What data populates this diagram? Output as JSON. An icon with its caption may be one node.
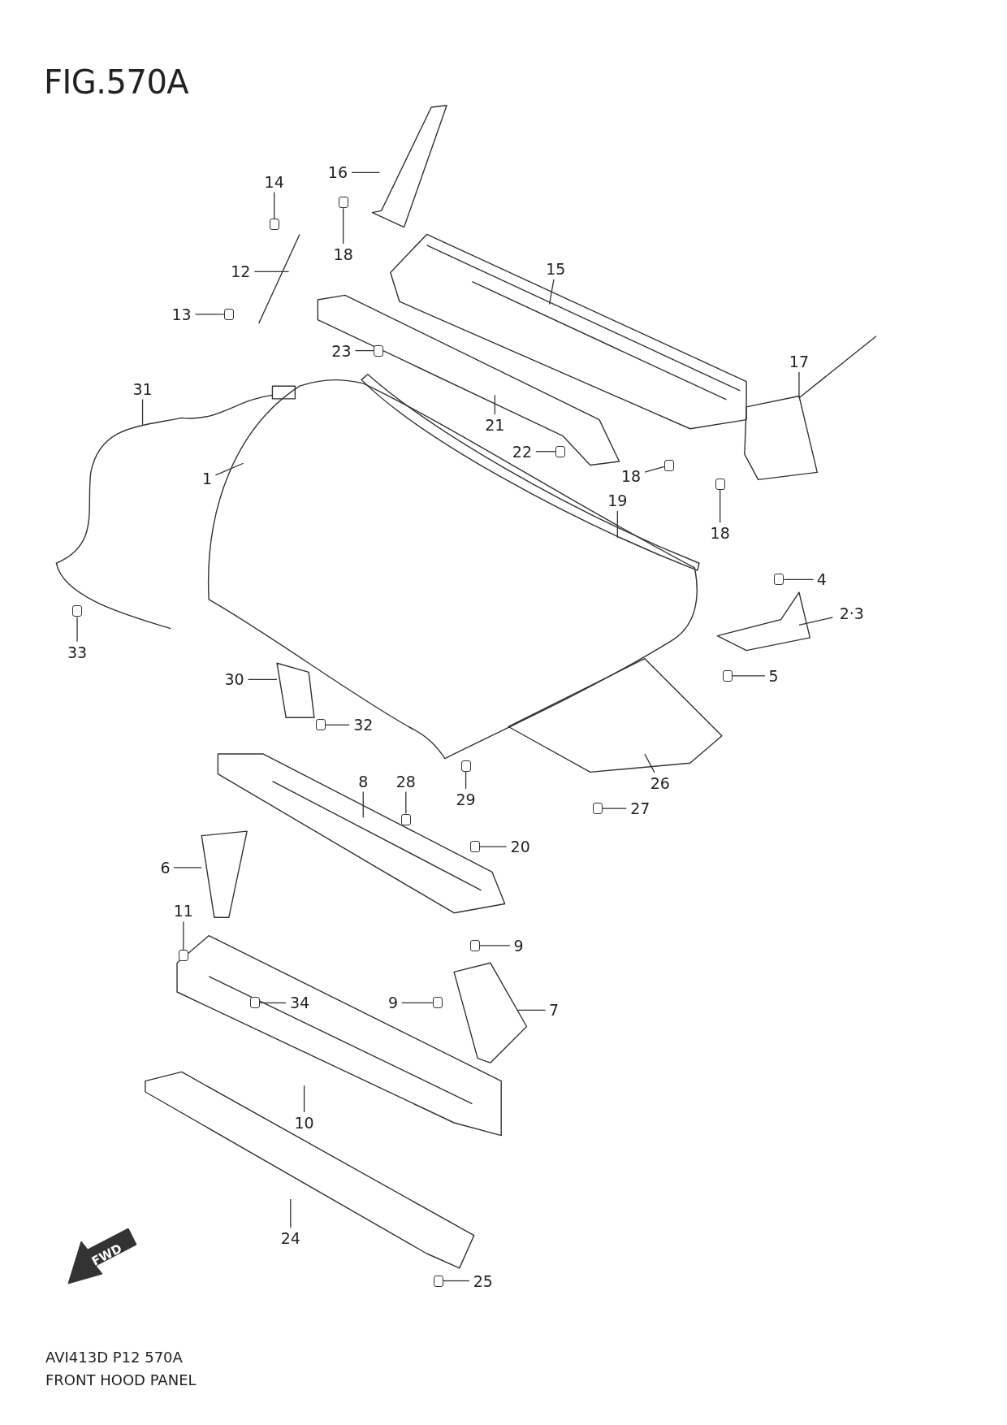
{
  "diagram": {
    "title": "FIG.570A",
    "nodes": [
      {
        "text": [
          "16"
        ]
      },
      {
        "text": [
          "14"
        ]
      },
      {
        "text": [
          "18"
        ]
      },
      {
        "text": [
          "12"
        ]
      },
      {
        "text": [
          "15"
        ]
      },
      {
        "text": [
          "13"
        ]
      },
      {
        "text": [
          "23"
        ]
      },
      {
        "text": [
          "31"
        ]
      },
      {
        "text": [
          "17"
        ]
      },
      {
        "text": [
          "21"
        ]
      },
      {
        "text": [
          "1"
        ]
      },
      {
        "text": [
          "22"
        ]
      },
      {
        "text": [
          "18"
        ]
      },
      {
        "text": [
          "19"
        ]
      },
      {
        "text": [
          "18"
        ]
      },
      {
        "text": [
          "4"
        ]
      },
      {
        "text": [
          "2·3"
        ]
      },
      {
        "text": [
          "33"
        ]
      },
      {
        "text": [
          "30"
        ]
      },
      {
        "text": [
          "5"
        ]
      },
      {
        "text": [
          "32"
        ]
      },
      {
        "text": [
          "8"
        ]
      },
      {
        "text": [
          "28"
        ]
      },
      {
        "text": [
          "26"
        ]
      },
      {
        "text": [
          "29"
        ]
      },
      {
        "text": [
          "27"
        ]
      },
      {
        "text": [
          "20"
        ]
      },
      {
        "text": [
          "6"
        ]
      },
      {
        "text": [
          "11"
        ]
      },
      {
        "text": [
          "9"
        ]
      },
      {
        "text": [
          "34"
        ]
      },
      {
        "text": [
          "9"
        ]
      },
      {
        "text": [
          "7"
        ]
      },
      {
        "text": [
          "10"
        ]
      },
      {
        "text": [
          "24"
        ]
      },
      {
        "text": [
          "25"
        ]
      },
      {
        "text": [],
        "shape": "box"
      },
      {
        "text": [],
        "shape": "box"
      },
      {
        "text": [],
        "shape": "box"
      },
      {
        "text": [],
        "shape": "box"
      },
      {
        "text": [],
        "shape": "box"
      },
      {
        "text": [],
        "shape": "box"
      },
      {
        "text": [],
        "shape": "box"
      },
      {
        "text": [],
        "shape": "box"
      },
      {
        "text": [],
        "shape": "box"
      },
      {
        "text": [],
        "shape": "box"
      },
      {
        "text": [],
        "shape": "box"
      },
      {
        "text": [],
        "shape": "box"
      },
      {
        "text": [],
        "shape": "box"
      },
      {
        "text": [],
        "shape": "box"
      },
      {
        "text": [],
        "shape": "box"
      },
      {
        "text": [],
        "shape": "box"
      },
      {
        "text": [],
        "shape": "box"
      },
      {
        "text": [],
        "shape": "box"
      },
      {
        "text": [],
        "shape": "box"
      },
      {
        "text": [],
        "shape": "box"
      }
    ],
    "edges": [
      {
        "from": 0,
        "to": null,
        "arrow": "none"
      },
      {
        "from": 1,
        "to": 36,
        "arrow": "none"
      },
      {
        "from": 2,
        "to": 37,
        "arrow": "none"
      },
      {
        "from": 3,
        "to": null,
        "arrow": "none"
      },
      {
        "from": 4,
        "to": null,
        "arrow": "none"
      },
      {
        "from": 5,
        "to": 38,
        "arrow": "none"
      },
      {
        "from": 6,
        "to": 39,
        "arrow": "none"
      },
      {
        "from": 7,
        "to": null,
        "arrow": "none"
      },
      {
        "from": 8,
        "to": null,
        "arrow": "none"
      },
      {
        "from": 9,
        "to": null,
        "arrow": "none"
      },
      {
        "from": 10,
        "to": null,
        "arrow": "none"
      },
      {
        "from": 11,
        "to": 40,
        "arrow": "none"
      },
      {
        "from": 12,
        "to": 41,
        "arrow": "none"
      },
      {
        "from": 13,
        "to": null,
        "arrow": "none"
      },
      {
        "from": 14,
        "to": 42,
        "arrow": "none"
      },
      {
        "from": 15,
        "to": 43,
        "arrow": "none"
      },
      {
        "from": 16,
        "to": null,
        "arrow": "none"
      },
      {
        "from": 17,
        "to": 55,
        "arrow": "none"
      },
      {
        "from": 18,
        "to": null,
        "arrow": "none"
      },
      {
        "from": 19,
        "to": 44,
        "arrow": "none"
      },
      {
        "from": 20,
        "to": 45,
        "arrow": "none"
      },
      {
        "from": 21,
        "to": null,
        "arrow": "none"
      },
      {
        "from": 22,
        "to": 54,
        "arrow": "none"
      },
      {
        "from": 23,
        "to": null,
        "arrow": "none"
      },
      {
        "from": 24,
        "to": 46,
        "arrow": "none"
      },
      {
        "from": 25,
        "to": 47,
        "arrow": "none"
      },
      {
        "from": 26,
        "to": 48,
        "arrow": "none"
      },
      {
        "from": 27,
        "to": null,
        "arrow": "none"
      },
      {
        "from": 28,
        "to": 49,
        "arrow": "none"
      },
      {
        "from": 29,
        "to": 50,
        "arrow": "none"
      },
      {
        "from": 30,
        "to": 51,
        "arrow": "none"
      },
      {
        "from": 31,
        "to": 52,
        "arrow": "none"
      },
      {
        "from": 32,
        "to": null,
        "arrow": "none"
      },
      {
        "from": 33,
        "to": null,
        "arrow": "none"
      },
      {
        "from": 34,
        "to": null,
        "arrow": "none"
      },
      {
        "from": 35,
        "to": 53,
        "arrow": "none"
      }
    ],
    "labels": [
      "FWD",
      "AVI413D P12 570A",
      "FRONT HOOD PANEL"
    ]
  }
}
